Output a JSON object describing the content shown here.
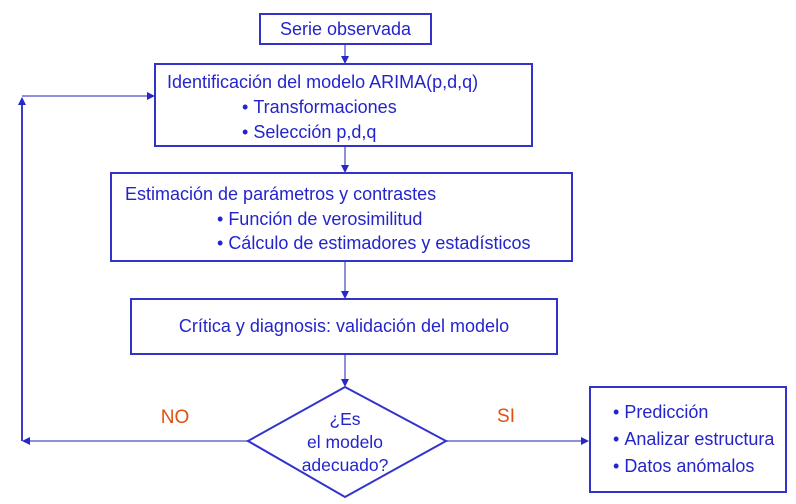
{
  "diagram": {
    "type": "flowchart",
    "language": "es",
    "colors": {
      "box_border": "#3333cc",
      "text": "#2424cc",
      "connector": "#8f8fde",
      "connector_dark": "#3c3ccc",
      "arrowhead": "#2828c8",
      "decision_label": "#e2500f",
      "background": "#ffffff"
    },
    "nodes": {
      "serie": {
        "label": "Serie observada"
      },
      "identificacion": {
        "title": "Identificación del modelo ARIMA(p,d,q)",
        "bullets": [
          "Transformaciones",
          "Selección p,d,q"
        ]
      },
      "estimacion": {
        "title": "Estimación de parámetros y contrastes",
        "bullets": [
          "Función de verosimilitud",
          "Cálculo de estimadores y estadísticos"
        ]
      },
      "critica": {
        "label": "Crítica y diagnosis: validación del modelo"
      },
      "decision": {
        "lines": [
          "¿Es",
          "el modelo",
          "adecuado?"
        ]
      },
      "salida": {
        "bullets": [
          "Predicción",
          "Analizar estructura",
          "Datos anómalos"
        ]
      }
    },
    "edge_labels": {
      "no": "NO",
      "si": "SI"
    }
  }
}
